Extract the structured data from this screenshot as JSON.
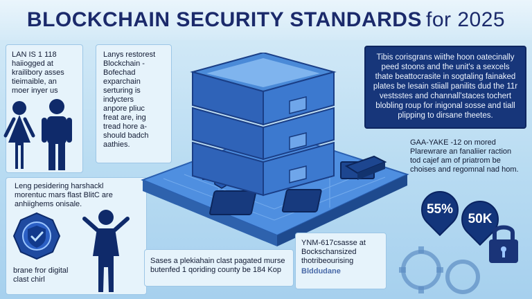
{
  "header": {
    "title": "BLOCKCHAIN SECURITY STANDARDS",
    "title_suffix": "for 2025"
  },
  "panels": {
    "top_left": "LAN  IS 1 118\nhaiiogged at\nkrailibory asses\ntieimaible, an\nmoer inyer us",
    "top_center": "Lanys restorest\nBlockchain -\nBofechad\nexparchain\nserturing is\nindycters\nanpore pliuc\nfreat are, ing\ntread hore a-\nshould badch\naathies.",
    "top_right": "Tibis corisgrans wiithe hoon oatecinally peed stoons and the unit's a sexcels thate beattocrasite in sogtaling fainaked plates be lesain stiiall panilits dud the 11r vestsstes and channall'staces tochert blobling roup for inigonal sosse and tiall plipping to dirsane theetes.",
    "bottom_left": "Leng pesidering harshackl\nmorentuc mars flast BlitC are\nanhiighems onisale.",
    "bottom_left_caption": "brane fror digital\nclast chirl",
    "right_mid": "GAA-YAKE -12 on mored\nPlarewrare an fanaliier raction\ntod cajef am of priatrom be\nchoises and regomnal nad hom.",
    "bottom_center": "Sases a plekiahain clast pagated murse\nbutenfed 1 qoriding county be 184 Kop",
    "bottom_center_right": "YNM-617csasse at\nBockschansized\nthotribeourising",
    "bottom_center_right_sub": "Blddudane"
  },
  "stats": [
    {
      "value": "55%"
    },
    {
      "value": "50K"
    }
  ],
  "colors": {
    "title": "#1b2a6b",
    "dark_panel": "#17367a",
    "server_blue": "#2f63b8",
    "server_face": "#3c79cf",
    "platform": "#4f8fe0"
  },
  "icons": [
    "man-woman-people-icon",
    "shield-check-badge-icon",
    "person-silhouette-icon",
    "server-stack-icon",
    "padlock-icon",
    "gear-icon",
    "map-pin-icon",
    "watchtower-icon",
    "security-camera-icon"
  ]
}
